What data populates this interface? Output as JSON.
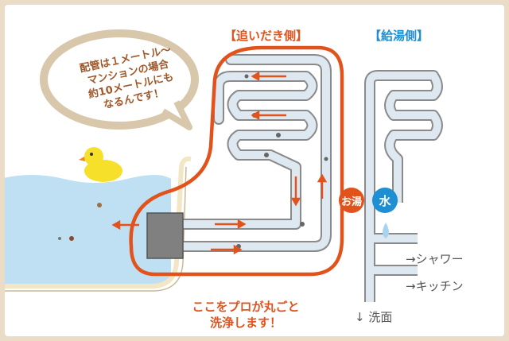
{
  "titles": {
    "reheat_side": "【追いだき側】",
    "hot_water_side": "【給湯側】"
  },
  "bubble": {
    "line1": "配管は１メートル〜",
    "line2": "マンションの場合",
    "line3": "約10メートルにも",
    "line4": "なるんです！"
  },
  "callout": {
    "line1": "ここをプロが丸ごと",
    "line2": "洗浄します！"
  },
  "badges": {
    "hot": "お湯",
    "cold": "水"
  },
  "destinations": {
    "shower": "→シャワー",
    "kitchen": "→キッチン",
    "washbasin": "↓ 洗面"
  },
  "colors": {
    "orange": "#e2531c",
    "blue": "#1d8fd2",
    "water": "#bfe0f2",
    "pipe": "#dde8f0",
    "pipe_outline": "#8a8a8a",
    "frame": "#eadcc6"
  }
}
